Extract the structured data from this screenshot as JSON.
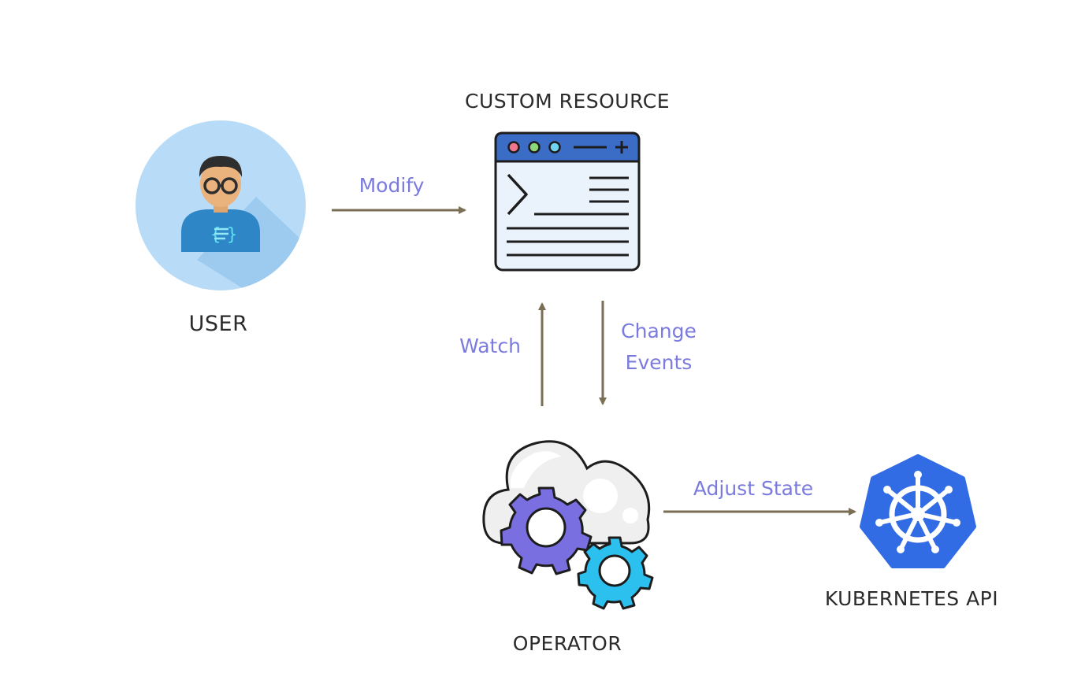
{
  "nodes": {
    "user": {
      "label": "USER",
      "icon": "developer-avatar-icon"
    },
    "custom_resource": {
      "label": "CUSTOM RESOURCE",
      "icon": "terminal-window-icon"
    },
    "operator": {
      "label": "OPERATOR",
      "icon": "cloud-gears-icon"
    },
    "kubernetes_api": {
      "label": "KUBERNETES API",
      "icon": "kubernetes-helm-icon"
    }
  },
  "edges": {
    "modify": {
      "label": "Modify",
      "from": "user",
      "to": "custom_resource"
    },
    "watch": {
      "label": "Watch",
      "from": "operator",
      "to": "custom_resource"
    },
    "change_events": {
      "line1": "Change",
      "line2": "Events",
      "from": "custom_resource",
      "to": "operator"
    },
    "adjust_state": {
      "label": "Adjust State",
      "from": "operator",
      "to": "kubernetes_api"
    }
  },
  "colors": {
    "arrow": "#7a6e55",
    "edge_text": "#7b7bdf",
    "node_text": "#2b2b2b",
    "user_circle": "#b8dcf8",
    "window_titlebar": "#3b6cc6",
    "window_body": "#eaf2fb",
    "gear_purple": "#7a6fe0",
    "gear_cyan": "#2bc0ee",
    "kubernetes_blue": "#326ce5"
  }
}
